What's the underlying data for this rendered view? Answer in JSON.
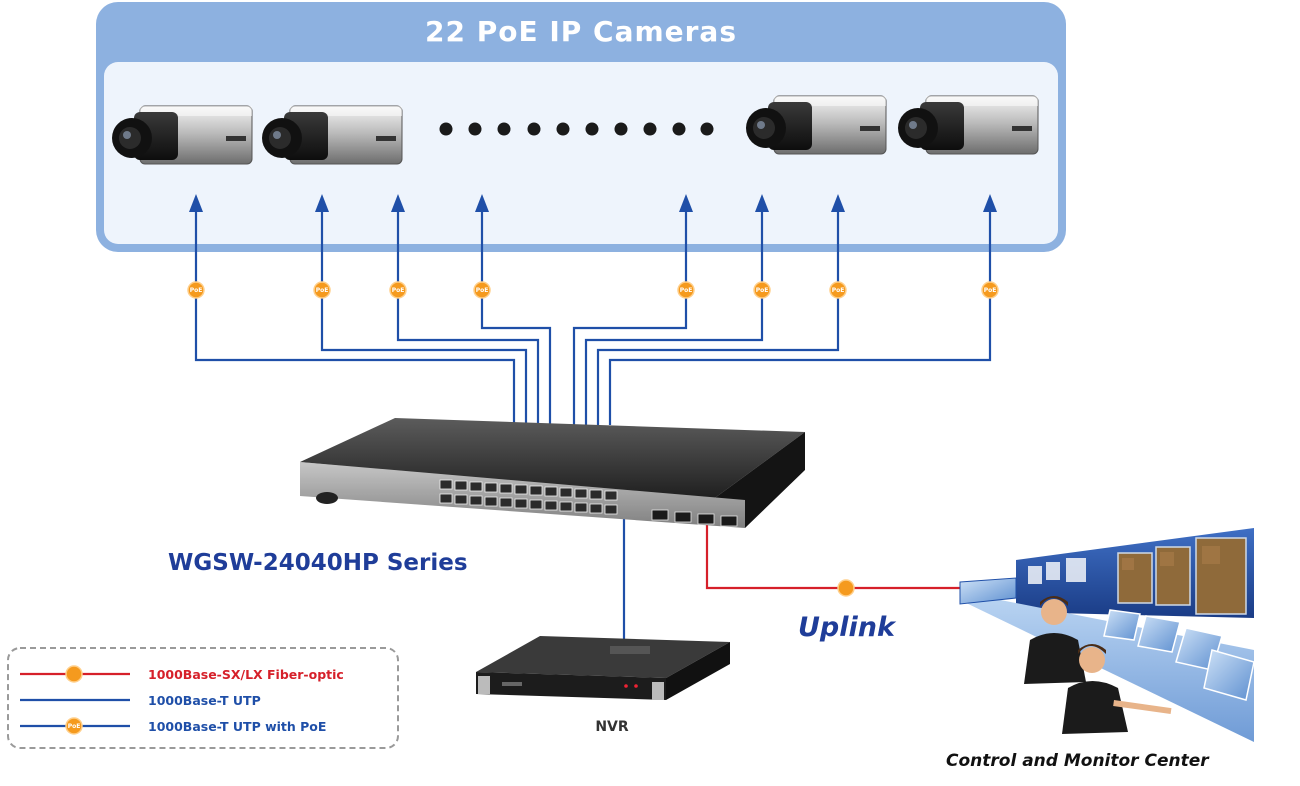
{
  "title": "22 PoE IP Cameras",
  "switch_label": "WGSW-24040HP Series",
  "uplink_label": "Uplink",
  "nvr_label": "NVR",
  "control_center_label": "Control and Monitor Center",
  "poe_badge_text": "PoE",
  "legend": [
    {
      "label": "1000Base-SX/LX Fiber-optic",
      "color": "#d6202a",
      "badge": true
    },
    {
      "label": "1000Base-T UTP",
      "color": "#1f4fa8",
      "badge": false
    },
    {
      "label": "1000Base-T UTP with PoE",
      "color": "#1f4fa8",
      "badge": true
    }
  ],
  "colors": {
    "utp": "#1f4fa8",
    "fiber": "#d6202a",
    "poe_badge": "#f59a1e",
    "panel_header": "#8db1e0",
    "panel_body": "#eef4fc",
    "label_blue": "#1f3d99"
  },
  "icons": {
    "camera": "ip-camera-icon",
    "switch": "poe-switch-icon",
    "nvr": "nvr-icon",
    "operators": "operator-icon",
    "video_wall": "video-wall-icon"
  }
}
